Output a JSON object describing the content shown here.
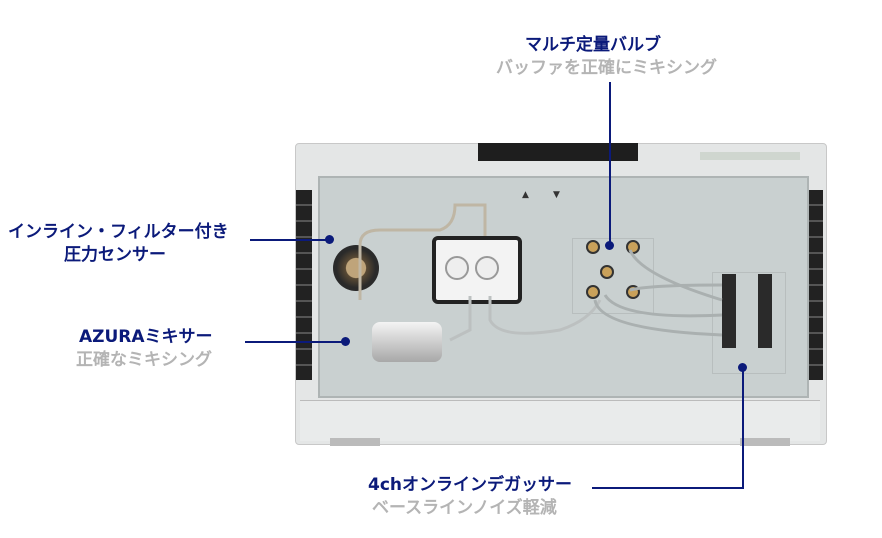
{
  "callouts": {
    "sensor": {
      "title_line1": "インライン・フィルター付き",
      "title_line2": "圧力センサー"
    },
    "mixer": {
      "title": "AZURAミキサー",
      "subtitle": "正確なミキシング"
    },
    "valve": {
      "title": "マルチ定量バルブ",
      "subtitle": "バッファを正確にミキシング"
    },
    "degasser": {
      "title": "4chオンラインデガッサー",
      "subtitle": "ベースラインノイズ軽減"
    }
  },
  "device": {
    "panel_arrows": [
      "▲",
      "▼"
    ]
  },
  "colors": {
    "accent": "#0b1a7a",
    "subtitle": "#b4b4b4"
  }
}
